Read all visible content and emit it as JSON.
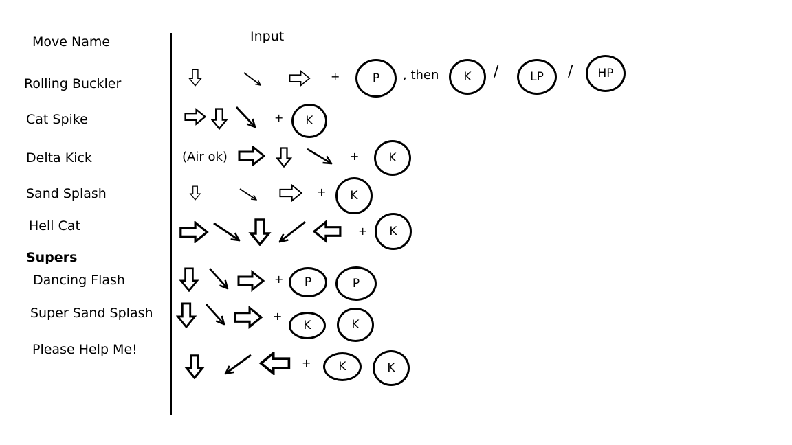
{
  "headers": {
    "move_name": "Move Name",
    "input": "Input"
  },
  "moves": [
    {
      "name": "Rolling Buckler",
      "buttons": [
        "P",
        "K",
        "LP",
        "HP"
      ],
      "then_text": ", then",
      "separator": "/",
      "plus": "+"
    },
    {
      "name": "Cat Spike",
      "buttons": [
        "K"
      ],
      "plus": "+"
    },
    {
      "name": "Delta Kick",
      "note": "(Air ok)",
      "buttons": [
        "K"
      ],
      "plus": "+"
    },
    {
      "name": "Sand Splash",
      "buttons": [
        "K"
      ],
      "plus": "+"
    },
    {
      "name": "Hell Cat",
      "buttons": [
        "K"
      ],
      "plus": "+"
    }
  ],
  "supers_heading": "Supers",
  "supers": [
    {
      "name": "Dancing Flash",
      "buttons": [
        "P",
        "P"
      ],
      "plus": "+"
    },
    {
      "name": "Super Sand Splash",
      "buttons": [
        "K",
        "K"
      ],
      "plus": "+"
    },
    {
      "name": "Please Help Me!",
      "buttons": [
        "K",
        "K"
      ],
      "plus": "+"
    }
  ],
  "arrow_icons": [
    "down-arrow-icon",
    "down-right-arrow-icon",
    "right-arrow-icon",
    "down-left-arrow-icon",
    "left-arrow-icon"
  ]
}
